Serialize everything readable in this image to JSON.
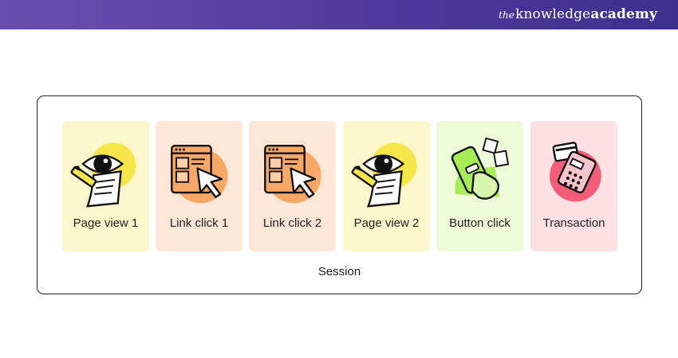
{
  "brand": {
    "prefix": "the",
    "name_light": "knowledge",
    "name_bold": "academy"
  },
  "diagram": {
    "container_label": "Session",
    "steps": [
      {
        "label": "Page view 1",
        "icon": "eye-document-pencil-icon",
        "color": "#fdf7cc"
      },
      {
        "label": "Link click 1",
        "icon": "browser-window-cursor-icon",
        "color": "#fde6d6"
      },
      {
        "label": "Link click 2",
        "icon": "browser-window-cursor-icon",
        "color": "#fde6d6"
      },
      {
        "label": "Page view 2",
        "icon": "eye-document-pencil-icon",
        "color": "#fdf7cc"
      },
      {
        "label": "Button click",
        "icon": "phone-tap-hand-icon",
        "color": "#eefbd9"
      },
      {
        "label": "Transaction",
        "icon": "card-payment-terminal-icon",
        "color": "#fde0e4"
      }
    ]
  }
}
